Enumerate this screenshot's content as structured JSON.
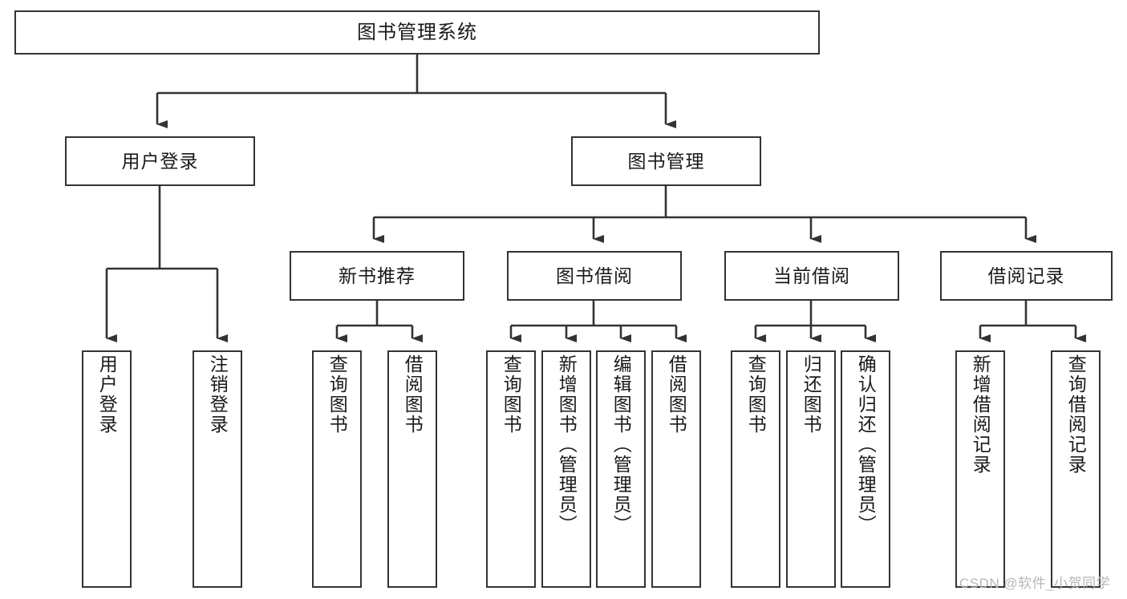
{
  "diagram": {
    "title": "图书管理系统",
    "type": "tree",
    "watermark": "CSDN @软件_小贺同学",
    "colors": {
      "box_border": "#333333",
      "box_fill": "#ffffff",
      "edge": "#333333",
      "text": "#1a1a1a",
      "watermark": "#b7b7b7"
    },
    "levels": {
      "root": {
        "label": "图书管理系统"
      },
      "level2": [
        {
          "label": "用户登录"
        },
        {
          "label": "图书管理"
        }
      ],
      "level3": [
        {
          "label": "新书推荐"
        },
        {
          "label": "图书借阅"
        },
        {
          "label": "当前借阅"
        },
        {
          "label": "借阅记录"
        }
      ],
      "leaves": {
        "user_login": [
          {
            "label": "用户登录"
          },
          {
            "label": "注销登录"
          }
        ],
        "new_book_recommend": [
          {
            "label": "查询图书"
          },
          {
            "label": "借阅图书"
          }
        ],
        "book_borrow": [
          {
            "label": "查询图书"
          },
          {
            "label": "新增图书（管理员）"
          },
          {
            "label": "编辑图书（管理员）"
          },
          {
            "label": "借阅图书"
          }
        ],
        "current_borrow": [
          {
            "label": "查询图书"
          },
          {
            "label": "归还图书"
          },
          {
            "label": "确认归还（管理员）"
          }
        ],
        "borrow_record": [
          {
            "label": "新增借阅记录"
          },
          {
            "label": "查询借阅记录"
          }
        ]
      }
    }
  }
}
